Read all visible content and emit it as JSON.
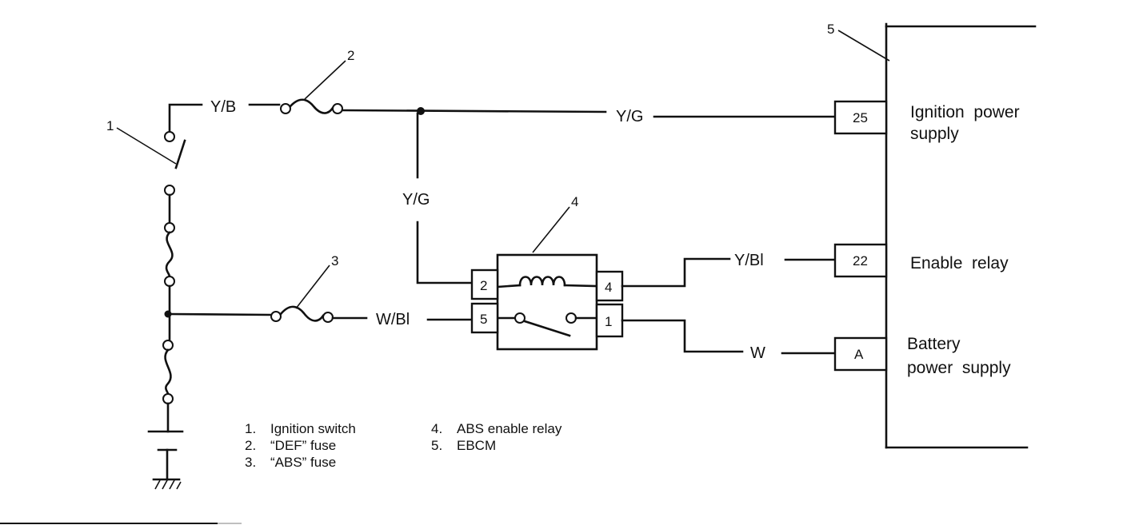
{
  "components": [
    {
      "number": "1",
      "name": "Ignition switch"
    },
    {
      "number": "2",
      "name": "“DEF” fuse"
    },
    {
      "number": "3",
      "name": "“ABS” fuse"
    },
    {
      "number": "4",
      "name": "ABS enable relay"
    },
    {
      "number": "5",
      "name": "EBCM"
    }
  ],
  "callouts": [
    "1",
    "2",
    "3",
    "4",
    "5"
  ],
  "wire_labels": {
    "yb": "Y/B",
    "yg_top": "Y/G",
    "yg_vertical": "Y/G",
    "wbl": "W/Bl",
    "ybl": "Y/Bl",
    "w": "W"
  },
  "relay_pins": {
    "coil_in": "2",
    "coil_out": "4",
    "switch_in": "5",
    "switch_out": "1"
  },
  "ebcm_terminals": [
    {
      "pin": "25",
      "line1": "Ignition  power",
      "line2": "supply"
    },
    {
      "pin": "22",
      "line1": "Enable  relay",
      "line2": ""
    },
    {
      "pin": "A",
      "line1": "Battery",
      "line2": "power  supply"
    }
  ]
}
